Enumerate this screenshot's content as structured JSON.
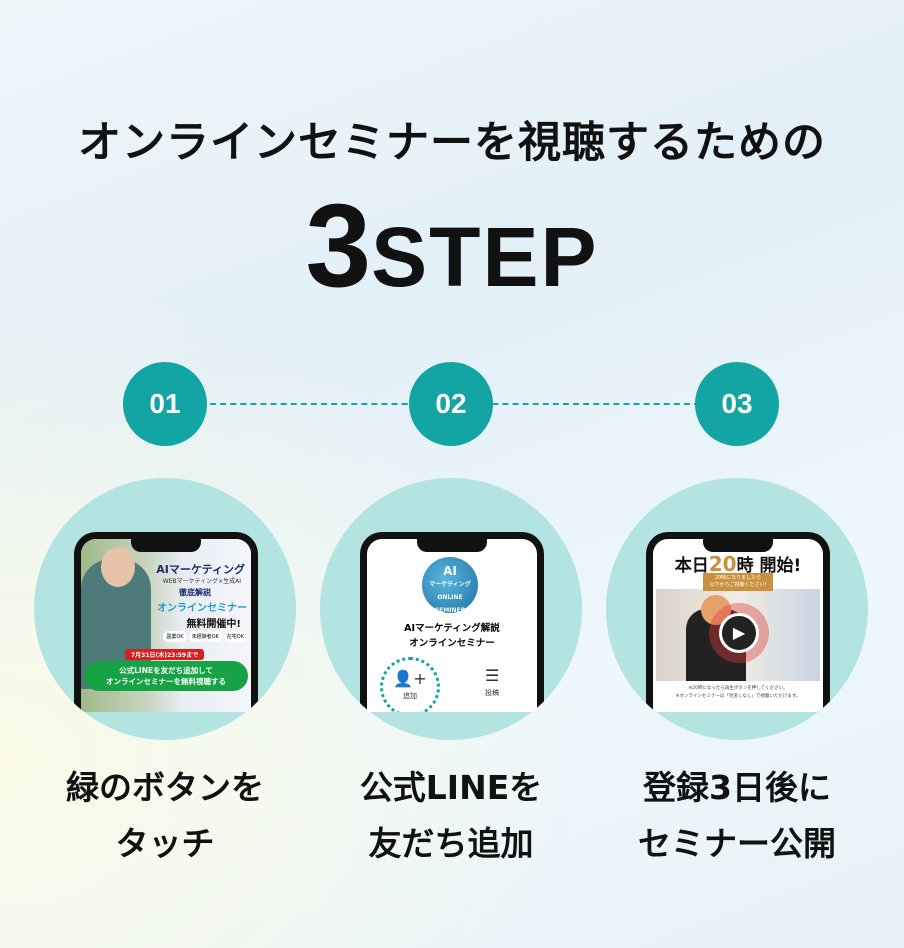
{
  "title": "オンラインセミナーを視聴するための",
  "headline": {
    "number": "3",
    "word": "STEP"
  },
  "accent_color": "#12a5a3",
  "steps": [
    {
      "num": "01",
      "caption": [
        "緑のボタンを",
        "タッチ"
      ],
      "screen": {
        "headline": "AIマーケティング",
        "sub": "WEBマーケティング×生成AI",
        "topic": "徹底解説",
        "title": "オンラインセミナー",
        "free": "無料開催中!",
        "tags": [
          "副業OK",
          "未経験者OK",
          "在宅OK"
        ],
        "deadline": "7月31日(木)23:59まで",
        "cta": [
          "公式LINEを友だち追加して",
          "オンラインセミナーを無料視聴する"
        ]
      }
    },
    {
      "num": "02",
      "caption": [
        "公式LINEを",
        "友だち追加"
      ],
      "screen": {
        "logo": [
          "AI",
          "マーケティング",
          "ONLINE SEMINER"
        ],
        "name": [
          "AIマーケティング解説",
          "オンラインセミナー"
        ],
        "add": "追加",
        "post": "投稿"
      }
    },
    {
      "num": "03",
      "caption": [
        "登録3日後に",
        "セミナー公開"
      ],
      "screen": {
        "pre": "本日",
        "hour": "20",
        "post": "時 開始!",
        "bubble": [
          "20時になりましたら",
          "以下からご視聴ください!"
        ],
        "notes": [
          "※20時になったら再生ボタンを押してください。",
          "※オンラインセミナーは「見逃しなし」で視聴いただけます。"
        ]
      }
    }
  ]
}
